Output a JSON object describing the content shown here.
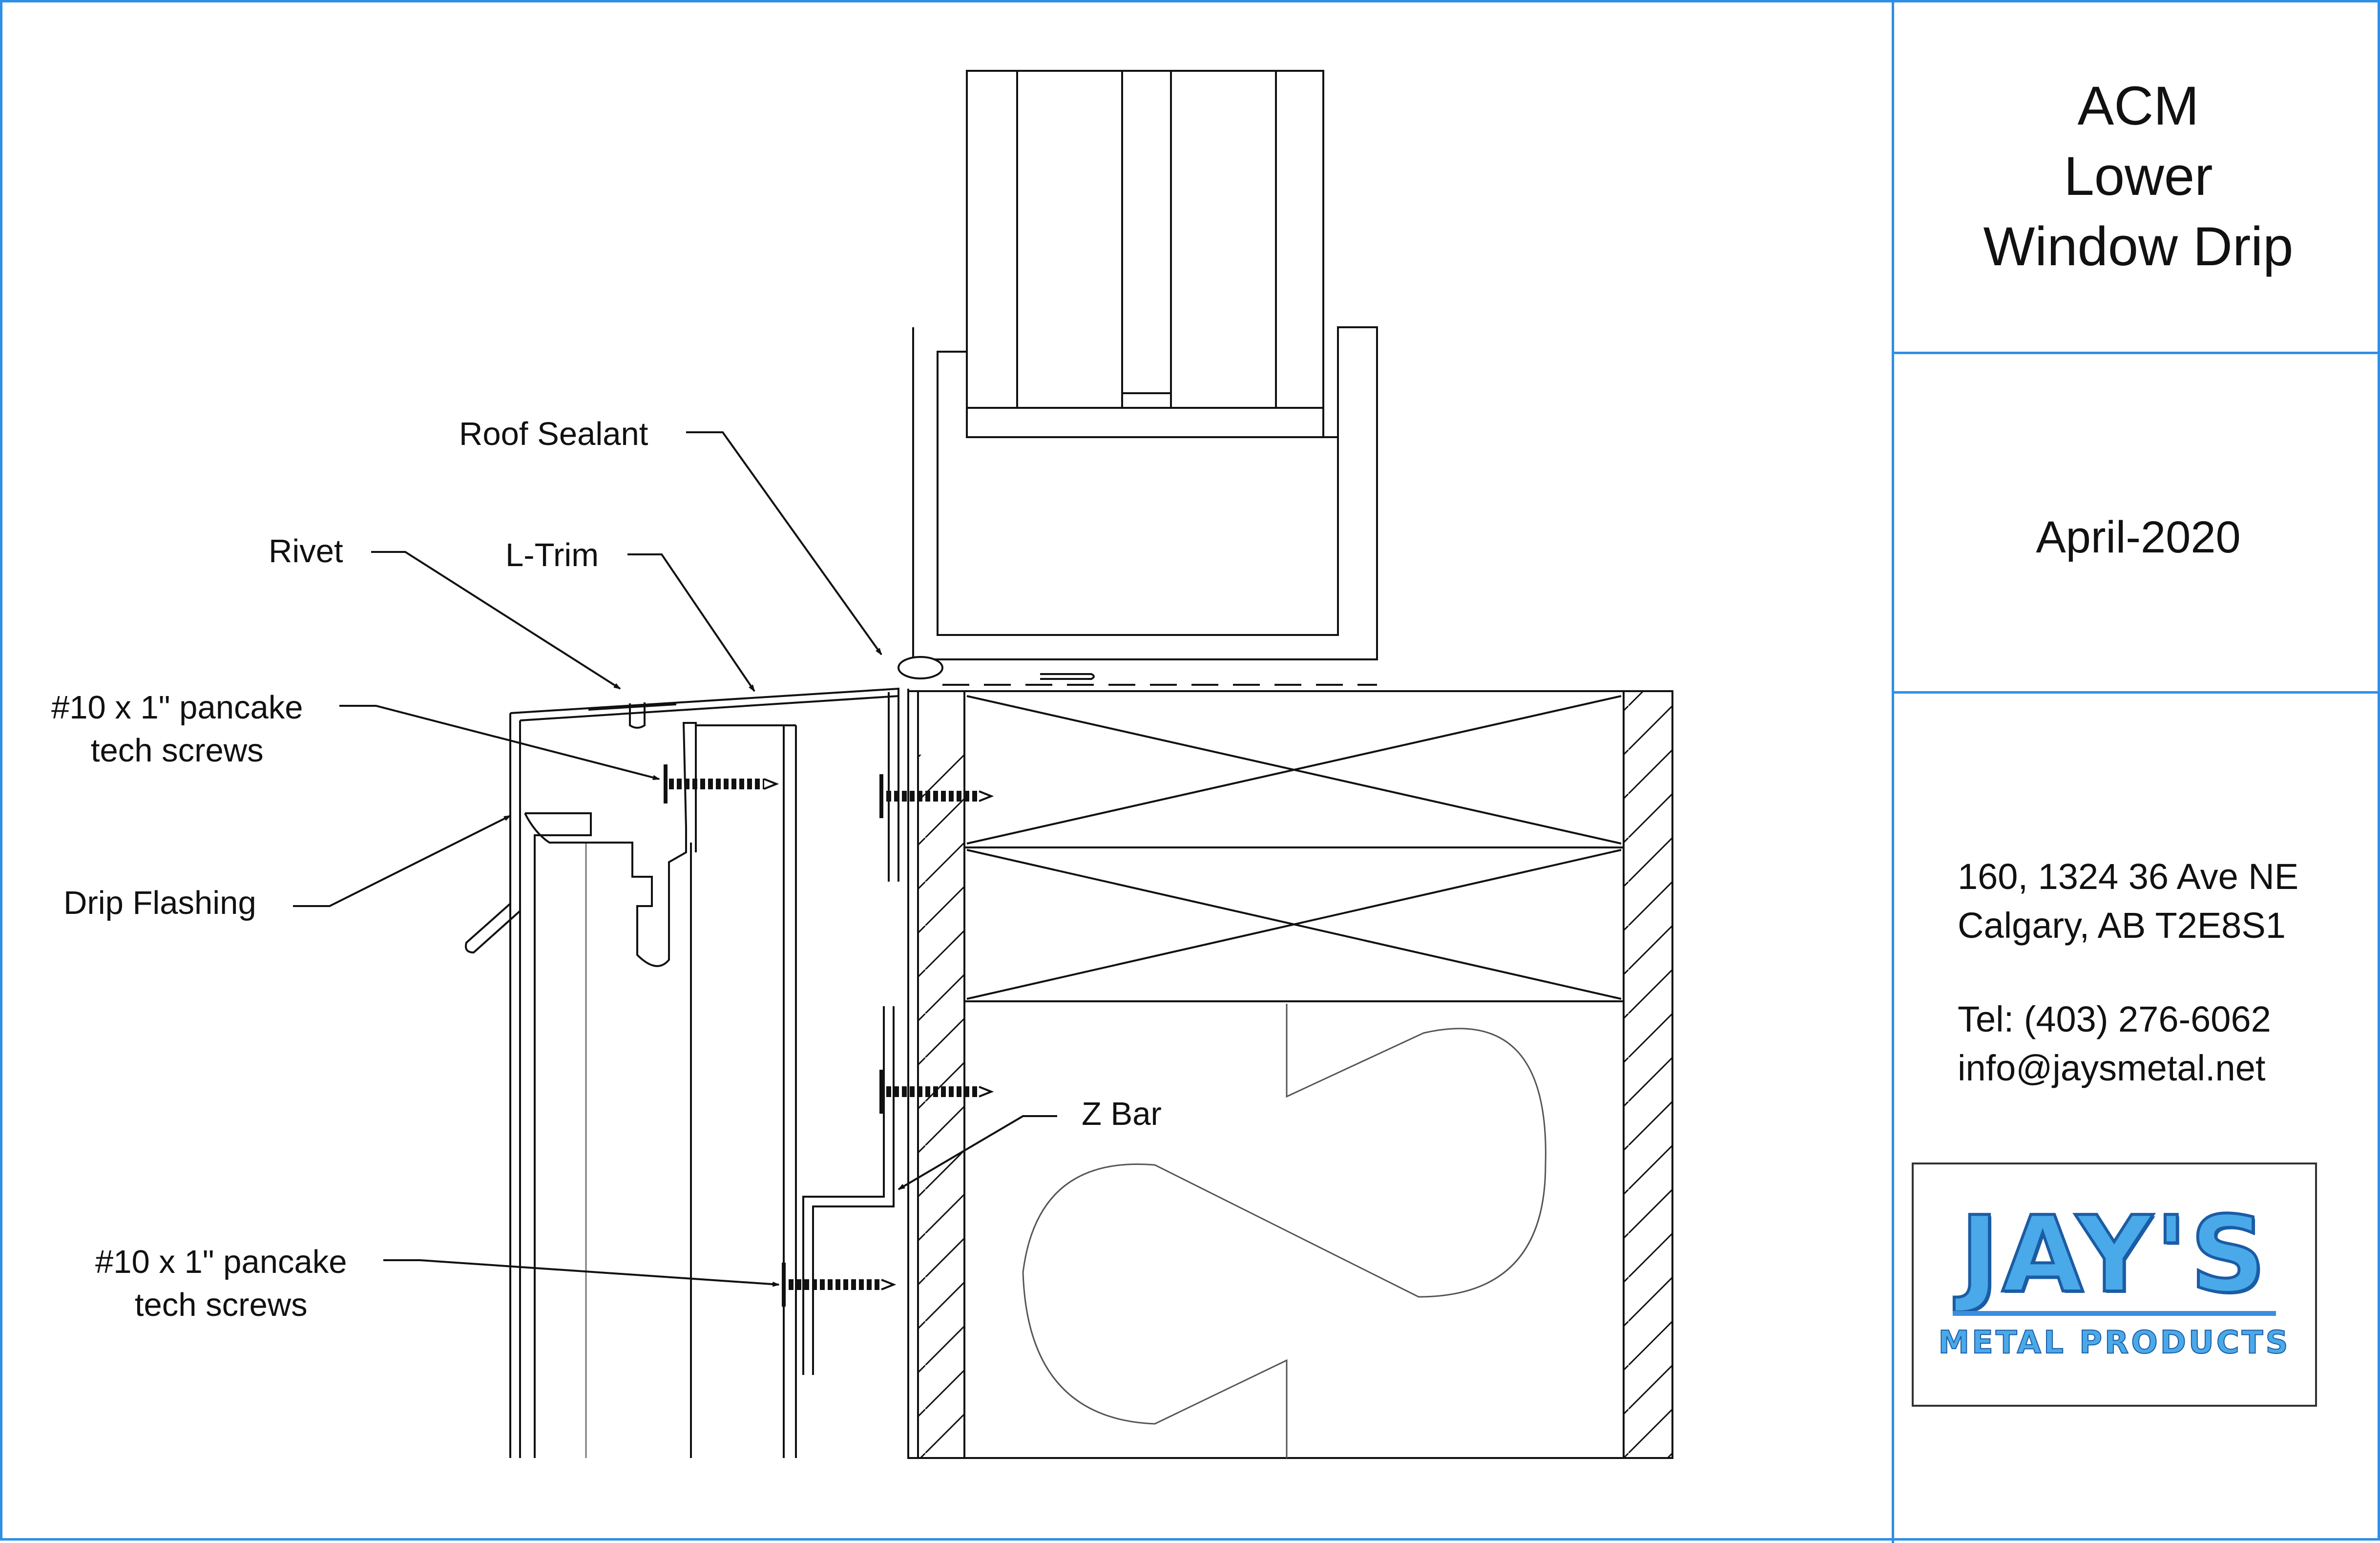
{
  "title_block": {
    "title_lines": [
      "ACM",
      "Lower",
      "Window Drip"
    ],
    "date": "April-2020",
    "address_line1": "160, 1324 36 Ave NE",
    "address_line2": "Calgary, AB T2E8S1",
    "phone": "Tel: (403) 276-6062",
    "email": "info@jaysmetal.net"
  },
  "logo": {
    "name": "JAY'S",
    "subtitle": "METAL PRODUCTS",
    "colors": {
      "fill": "#4aa9e9",
      "outline": "#1b5ca4"
    }
  },
  "callouts": {
    "roof_sealant": "Roof Sealant",
    "rivet": "Rivet",
    "l_trim": "L-Trim",
    "screws_upper": "#10 x 1\" pancake\ntech screws",
    "drip_flashing": "Drip Flashing",
    "z_bar": "Z Bar",
    "screws_lower": "#10 x 1\" pancake\ntech screws"
  },
  "colors": {
    "border": "#2f8fe6",
    "linework": "#111111"
  }
}
